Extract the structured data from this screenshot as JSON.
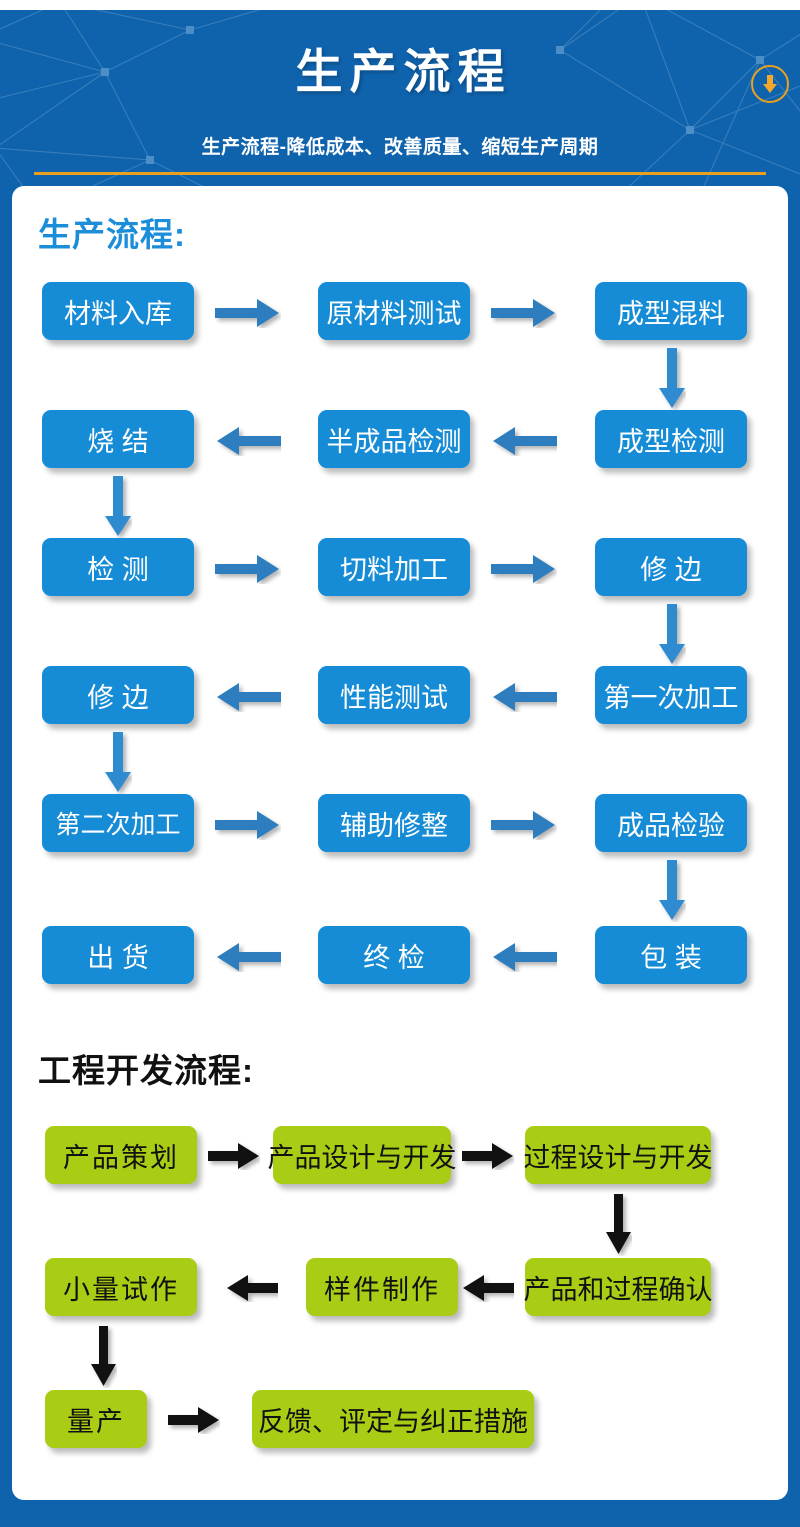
{
  "header": {
    "title": "生产流程",
    "subtitle": "生产流程-降低成本、改善质量、缩短生产周期",
    "download_icon": "download-arrow-icon",
    "accent_orange": "#E8A020",
    "background_blue": "#0F62AC"
  },
  "sections": [
    {
      "id": "production",
      "title": "生产流程:",
      "title_color": "#1C8DD9",
      "box_color": "#178CD6",
      "box_text_color": "#FFFFFF",
      "arrow_color": "#2E7EBF",
      "nodes": [
        {
          "label": "材料入库",
          "row": 1,
          "col": 1
        },
        {
          "label": "原材料测试",
          "row": 1,
          "col": 2
        },
        {
          "label": "成型混料",
          "row": 1,
          "col": 3
        },
        {
          "label": "成型检测",
          "row": 2,
          "col": 3
        },
        {
          "label": "半成品检测",
          "row": 2,
          "col": 2
        },
        {
          "label": "烧  结",
          "row": 2,
          "col": 1
        },
        {
          "label": "检  测",
          "row": 3,
          "col": 1
        },
        {
          "label": "切料加工",
          "row": 3,
          "col": 2
        },
        {
          "label": "修  边",
          "row": 3,
          "col": 3
        },
        {
          "label": "第一次加工",
          "row": 4,
          "col": 3
        },
        {
          "label": "性能测试",
          "row": 4,
          "col": 2
        },
        {
          "label": "修  边",
          "row": 4,
          "col": 1
        },
        {
          "label": "第二次加工",
          "row": 5,
          "col": 1
        },
        {
          "label": "辅助修整",
          "row": 5,
          "col": 2
        },
        {
          "label": "成品检验",
          "row": 5,
          "col": 3
        },
        {
          "label": "包  装",
          "row": 6,
          "col": 3
        },
        {
          "label": "终  检",
          "row": 6,
          "col": 2
        },
        {
          "label": "出  货",
          "row": 6,
          "col": 1
        }
      ],
      "flow_order": "材料入库 → 原材料测试 → 成型混料 ↓ 成型检测 ← 半成品检测 ← 烧结 ↓ 检测 → 切料加工 → 修边 ↓ 第一次加工 ← 性能测试 ← 修边 ↓ 第二次加工 → 辅助修整 → 成品检验 ↓ 包装 ← 终检 ← 出货"
    },
    {
      "id": "engineering",
      "title": "工程开发流程:",
      "title_color": "#111111",
      "box_color": "#A9CD15",
      "box_text_color": "#111111",
      "arrow_color": "#111111",
      "nodes": [
        {
          "label": "产品策划",
          "row": 1,
          "col": 1
        },
        {
          "label": "产品设计与开发",
          "row": 1,
          "col": 2
        },
        {
          "label": "过程设计与开发",
          "row": 1,
          "col": 3
        },
        {
          "label": "产品和过程确认",
          "row": 2,
          "col": 3
        },
        {
          "label": "样件制作",
          "row": 2,
          "col": 2
        },
        {
          "label": "小量试作",
          "row": 2,
          "col": 1
        },
        {
          "label": "量产",
          "row": 3,
          "col": 1
        },
        {
          "label": "反馈、评定与纠正措施",
          "row": 3,
          "col": 2
        }
      ],
      "flow_order": "产品策划 → 产品设计与开发 → 过程设计与开发 ↓ 产品和过程确认 ← 样件制作 ← 小量试作 ↓ 量产 → 反馈、评定与纠正措施"
    }
  ]
}
